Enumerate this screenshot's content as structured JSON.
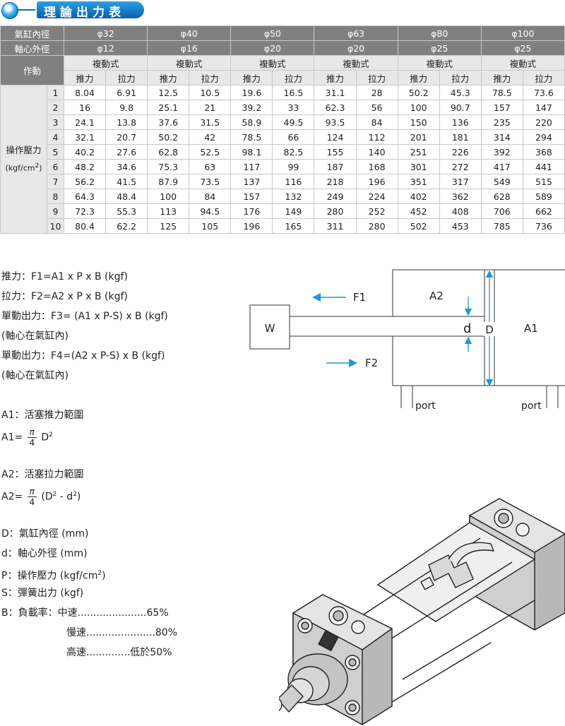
{
  "header": {
    "title": "理論出力表"
  },
  "table": {
    "row_labels": {
      "bore": "氣缸內徑",
      "rod": "軸心外徑",
      "action": "作動",
      "pressure_line1": "操作壓力",
      "pressure_line2": "(kgf/cm",
      "pressure_sup": "2",
      "pressure_close": ")"
    },
    "bores": [
      "φ32",
      "φ40",
      "φ50",
      "φ63",
      "φ80",
      "φ100"
    ],
    "rods": [
      "φ12",
      "φ16",
      "φ20",
      "φ20",
      "φ25",
      "φ25"
    ],
    "action_type": "複動式",
    "push": "推力",
    "pull": "拉力",
    "rows": [
      {
        "p": "1",
        "v": [
          "8.04",
          "6.91",
          "12.5",
          "10.5",
          "19.6",
          "16.5",
          "31.1",
          "28",
          "50.2",
          "45.3",
          "78.5",
          "73.6"
        ]
      },
      {
        "p": "2",
        "v": [
          "16",
          "9.8",
          "25.1",
          "21",
          "39.2",
          "33",
          "62.3",
          "56",
          "100",
          "90.7",
          "157",
          "147"
        ]
      },
      {
        "p": "3",
        "v": [
          "24.1",
          "13.8",
          "37.6",
          "31.5",
          "58.9",
          "49.5",
          "93.5",
          "84",
          "150",
          "136",
          "235",
          "220"
        ]
      },
      {
        "p": "4",
        "v": [
          "32.1",
          "20.7",
          "50.2",
          "42",
          "78.5",
          "66",
          "124",
          "112",
          "201",
          "181",
          "314",
          "294"
        ]
      },
      {
        "p": "5",
        "v": [
          "40.2",
          "27.6",
          "62.8",
          "52.5",
          "98.1",
          "82.5",
          "155",
          "140",
          "251",
          "226",
          "392",
          "368"
        ]
      },
      {
        "p": "6",
        "v": [
          "48.2",
          "34.6",
          "75.3",
          "63",
          "117",
          "99",
          "187",
          "168",
          "301",
          "272",
          "417",
          "441"
        ]
      },
      {
        "p": "7",
        "v": [
          "56.2",
          "41.5",
          "87.9",
          "73.5",
          "137",
          "116",
          "218",
          "196",
          "351",
          "317",
          "549",
          "515"
        ]
      },
      {
        "p": "8",
        "v": [
          "64.3",
          "48.4",
          "100",
          "84",
          "157",
          "132",
          "249",
          "224",
          "402",
          "362",
          "628",
          "589"
        ]
      },
      {
        "p": "9",
        "v": [
          "72.3",
          "55.3",
          "113",
          "94.5",
          "176",
          "149",
          "280",
          "252",
          "452",
          "408",
          "706",
          "662"
        ]
      },
      {
        "p": "10",
        "v": [
          "80.4",
          "62.2",
          "125",
          "105",
          "196",
          "165",
          "311",
          "280",
          "502",
          "453",
          "785",
          "736"
        ]
      }
    ]
  },
  "formulas": {
    "f1": "推力：F1=A1 x P x B (kgf)",
    "f2": "拉力：F2=A2 x P x B (kgf)",
    "f3": "單動出力：F3= (A1 x P-S) x B (kgf)",
    "f3_note": "(軸心在氣缸內)",
    "f4": "單動出力：F4=(A2 x P-S) x B (kgf)",
    "f4_note": "(軸心在氣缸內)",
    "a1_title": "A1：活塞推力範圍",
    "a1_lhs": "A1=",
    "pi": "π",
    "four": "4",
    "a1_rhs": "D",
    "sq": "2",
    "a2_title": "A2：活塞拉力範圍",
    "a2_lhs": "A2=",
    "a2_rhs_open": "(D",
    "a2_rhs_mid": " - d",
    "a2_rhs_close": ")",
    "d_big": "D：氣缸內徑 (mm)",
    "d_small": "d：軸心外徑 (mm)",
    "p_def": "P：操作壓力 (kgf/cm",
    "p_close": ")",
    "s_def": "S：彈簧出力 (kgf)",
    "b_def": "B：負載率：中速......................65%",
    "b_slow": "慢速......................80%",
    "b_fast": "高速..............低於50%"
  },
  "diagram": {
    "w": "W",
    "f1": "F1",
    "f2": "F2",
    "a2": "A2",
    "a1": "A1",
    "d_small": "d",
    "d_big": "D",
    "port_left": "port",
    "port_right": "port",
    "accent": "#1a9ad6"
  }
}
